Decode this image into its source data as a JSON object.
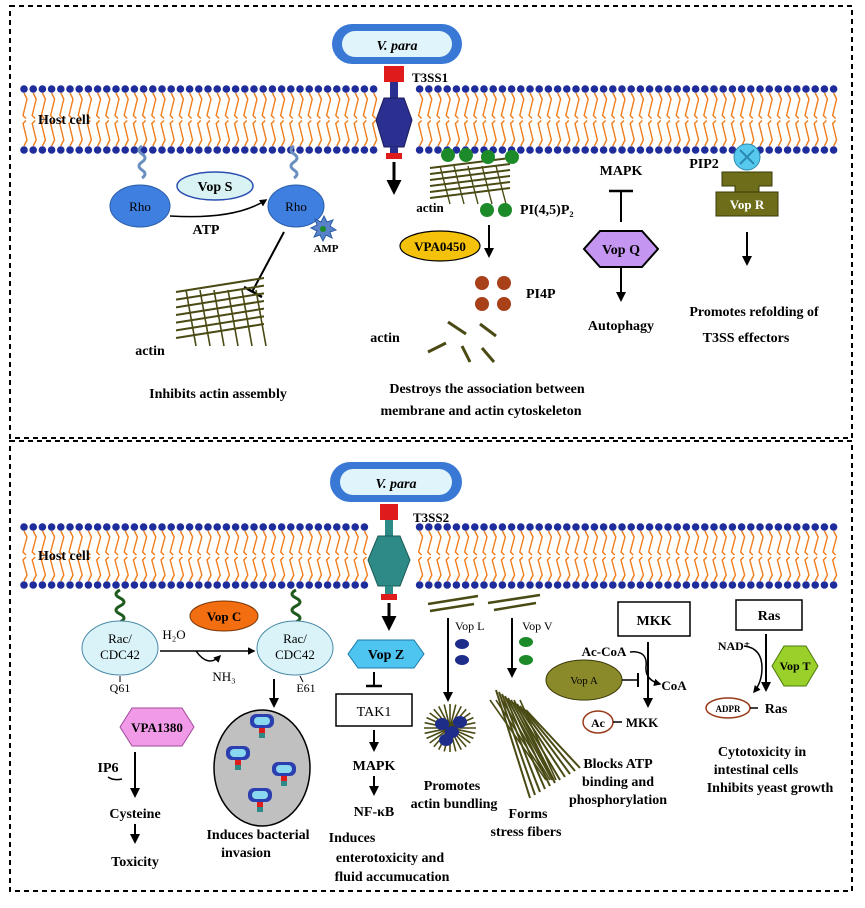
{
  "colors": {
    "membrane_heads": "#1f2d9c",
    "membrane_tails": "#f07d1b",
    "pathogen_fill": "#3a78d6",
    "pathogen_inner": "#dff4fb",
    "t3ss1": "#2b2f8f",
    "t3ss2": "#2e8a86",
    "tip_red": "#e01b1b",
    "rho": "#3f7fe0",
    "vops": "#d9f3f5",
    "vpa0450": "#f4c20a",
    "vopq": "#c496f2",
    "vopr": "#6e6e1a",
    "pip2": "#57c8ee",
    "pi45p2": "#1d8a2a",
    "pi4p": "#a8401a",
    "actin": "#4a4a14",
    "rac": "#d9f3f8",
    "vopc": "#f36d11",
    "vpa1380": "#f09ae8",
    "vopz": "#4ec5f0",
    "vopa": "#8a8a2a",
    "vopt": "#9ad02a",
    "vopl": "#1e2c8a",
    "vopv": "#1d8a2a",
    "cell_grey": "#c0c0c0",
    "acetyl_ring": "#9a3a1a"
  },
  "icons": [
    "v-para-pathogen",
    "t3ss-injectisome",
    "cell-membrane-bilayer",
    "actin-filaments",
    "inhibition-bar",
    "arrow"
  ],
  "top": {
    "pathogen": "V. para",
    "secretion_system": "T3SS1",
    "host_cell": "Host cell",
    "rho_left": "Rho",
    "rho_right": "Rho",
    "vop_s": "Vop S",
    "atp": "ATP",
    "amp": "AMP",
    "actin_left": "actin",
    "inhibits": "Inhibits actin assembly",
    "actin_mid": "actin",
    "pi45p2": "PI(4,5)P₂",
    "vpa0450": "VPA0450",
    "pi4p": "PI4P",
    "actin_bottom": "actin",
    "destroys_line1": "Destroys the association between",
    "destroys_line2": "membrane and actin cytoskeleton",
    "mapk": "MAPK",
    "vop_q": "Vop Q",
    "autophagy": "Autophagy",
    "pip2": "PIP2",
    "vop_r": "Vop R",
    "refolding_line1": "Promotes refolding of",
    "refolding_line2": "T3SS effectors"
  },
  "bottom": {
    "pathogen": "V. para",
    "secretion_system": "T3SS2",
    "host_cell": "Host cell",
    "rac_left_line1": "Rac/",
    "rac_left_line2": "CDC42",
    "q61": "Q61",
    "vop_c": "Vop C",
    "h2o": "H₂O",
    "nh3": "NH₃",
    "rac_right_line1": "Rac/",
    "rac_right_line2": "CDC42",
    "e61": "E61",
    "vpa1380": "VPA1380",
    "ip6": "IP6",
    "cysteine": "Cysteine",
    "toxicity": "Toxicity",
    "invasion_line1": "Induces bacterial",
    "invasion_line2": "invasion",
    "vop_z": "Vop  Z",
    "tak1": "TAK1",
    "mapk": "MAPK",
    "nfkb": "NF-κB",
    "entero_line1": "Induces",
    "entero_line2": "enterotoxicity and",
    "entero_line3": "fluid accumucation",
    "vop_l": "Vop L",
    "vop_v": "Vop V",
    "bundling_line1": "Promotes",
    "bundling_line2": "actin bundling",
    "fibers_line1": "Forms",
    "fibers_line2": "stress fibers",
    "mkk": "MKK",
    "ac_coa": "Ac-CoA",
    "coa": "CoA",
    "vop_a": "Vop A",
    "ac": "Ac",
    "mkk_product": "MKK",
    "blocks_line1": "Blocks ATP",
    "blocks_line2": "binding and",
    "blocks_line3": "phosphorylation",
    "ras": "Ras",
    "nad": "NAD⁺",
    "vop_t": "Vop T",
    "adpr": "ADPR",
    "ras_product": "Ras",
    "cyto_line1": "Cytotoxicity in",
    "cyto_line2": "intestinal cells",
    "cyto_line3": "Inhibits yeast growth"
  }
}
